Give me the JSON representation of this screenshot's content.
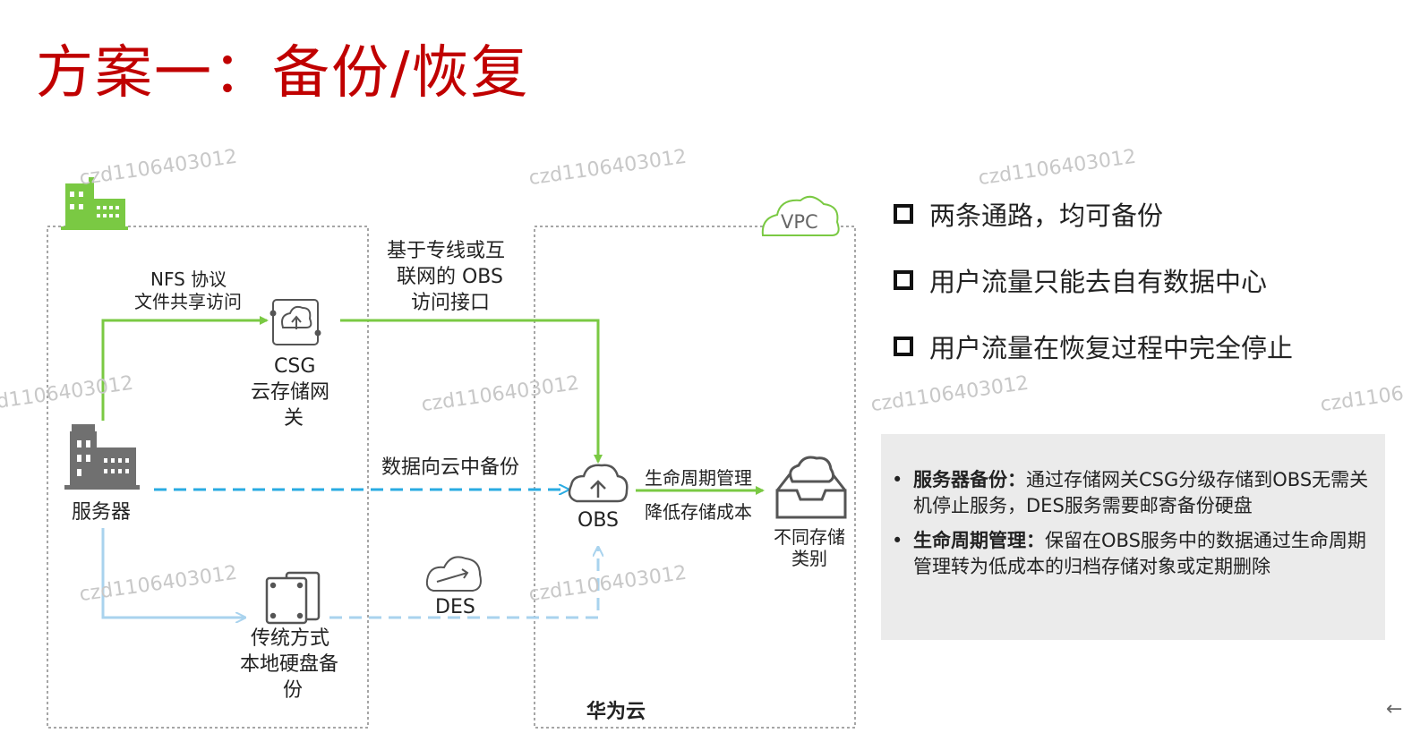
{
  "title": "方案一：备份/恢复",
  "watermark": "czd1106403012",
  "diagram": {
    "vpc_label": "VPC",
    "nfs_label_1": "NFS 协议",
    "nfs_label_2": "文件共享访问",
    "obs_link_1": "基于专线或互",
    "obs_link_2": "联网的 OBS",
    "obs_link_3": "访问接口",
    "csg_1": "CSG",
    "csg_2": "云存储网",
    "csg_3": "关",
    "server": "服务器",
    "backup_to_cloud": "数据向云中备份",
    "obs": "OBS",
    "lifecycle_1": "生命周期管理",
    "lifecycle_2": "降低存储成本",
    "storage_class_1": "不同存储",
    "storage_class_2": "类别",
    "des": "DES",
    "disk_1": "传统方式",
    "disk_2": "本地硬盘备",
    "disk_3": "份",
    "huawei_cloud": "华为云"
  },
  "bullets": [
    "两条通路，均可备份",
    "用户流量只能去自有数据中心",
    "用户流量在恢复过程中完全停止"
  ],
  "notes": [
    {
      "bullet": "•",
      "bold": "服务器备份：",
      "text": "通过存储网关CSG分级存储到OBS无需关机停止服务，DES服务需要邮寄备份硬盘"
    },
    {
      "bullet": "•",
      "bold": "生命周期管理：",
      "text": "保留在OBS服务中的数据通过生命周期管理转为低成本的归档存储对象或定期删除"
    }
  ],
  "nav_arrow": "←",
  "colors": {
    "title": "#c00000",
    "green": "#7ac943",
    "blue_dash": "#29abe2",
    "light_blue": "#a9d3ee",
    "gray_icon": "#707070",
    "panel_bg": "#ebebeb"
  }
}
